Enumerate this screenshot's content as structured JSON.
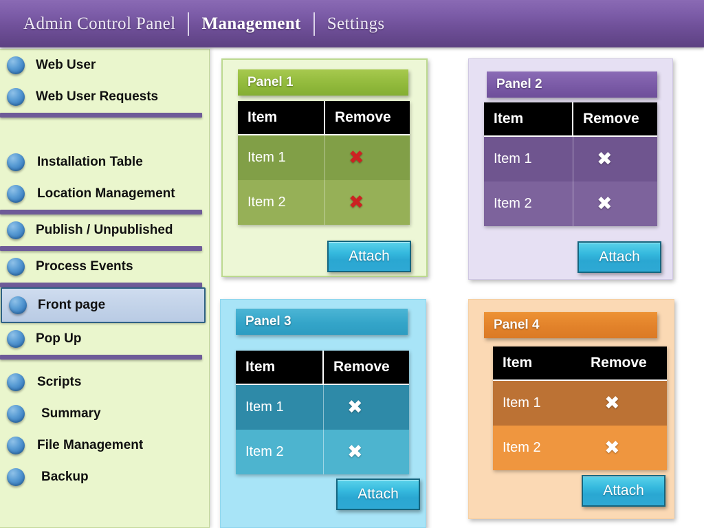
{
  "header": {
    "nav": [
      {
        "label": "Admin Control Panel",
        "active": false
      },
      {
        "label": "Management",
        "active": true
      },
      {
        "label": "Settings",
        "active": false
      }
    ],
    "background_color": "#7d5da9"
  },
  "sidebar": {
    "background_color": "#eaf6cd",
    "active_item_color": "#c3d3e9",
    "active_item_border": "#2e6184",
    "separator_color": "#6e5b98",
    "bullet_color": "#3b7fc0",
    "items": [
      {
        "label": "Web User"
      },
      {
        "label": "Web User Requests"
      },
      {
        "label": "Installation Table"
      },
      {
        "label": "Location Management"
      },
      {
        "label": "Publish / Unpublished"
      },
      {
        "label": "Process Events"
      },
      {
        "label": "Front page"
      },
      {
        "label": "Pop Up"
      },
      {
        "label": "Scripts"
      },
      {
        "label": "Summary"
      },
      {
        "label": "File Management"
      },
      {
        "label": "Backup"
      }
    ],
    "selected": "Front page"
  },
  "panels": [
    {
      "title": "Panel 1",
      "accent_color": "#92ba3c",
      "container_color": "#edf7d6",
      "columns": [
        "Item",
        "Remove"
      ],
      "rows": [
        {
          "item": "Item 1",
          "remove_icon": "x-mark-icon",
          "remove_glyph": "✖"
        },
        {
          "item": "Item 2",
          "remove_icon": "x-mark-icon",
          "remove_glyph": "✖"
        }
      ],
      "x_color": "#cc2222",
      "button": "Attach"
    },
    {
      "title": "Panel 2",
      "accent_color": "#7a5aa6",
      "container_color": "#e6e0f3",
      "columns": [
        "Item",
        "Remove"
      ],
      "rows": [
        {
          "item": "Item 1",
          "remove_icon": "x-mark-icon",
          "remove_glyph": "✖"
        },
        {
          "item": "Item 2",
          "remove_icon": "x-mark-icon",
          "remove_glyph": "✖"
        }
      ],
      "x_color": "#ffffff",
      "button": "Attach"
    },
    {
      "title": "Panel 3",
      "accent_color": "#34a5c9",
      "container_color": "#a8e4f7",
      "columns": [
        "Item",
        "Remove"
      ],
      "rows": [
        {
          "item": "Item 1",
          "remove_icon": "x-mark-icon",
          "remove_glyph": "✖"
        },
        {
          "item": "Item 2",
          "remove_icon": "x-mark-icon",
          "remove_glyph": "✖"
        }
      ],
      "x_color": "#ffffff",
      "button": "Attach"
    },
    {
      "title": "Panel 4",
      "accent_color": "#e2822a",
      "container_color": "#fbd9b4",
      "columns": [
        "Item",
        "Remove"
      ],
      "rows": [
        {
          "item": "Item 1",
          "remove_icon": "x-mark-icon",
          "remove_glyph": "✖"
        },
        {
          "item": "Item 2",
          "remove_icon": "x-mark-icon",
          "remove_glyph": "✖"
        }
      ],
      "x_color": "#ffffff",
      "button": "Attach"
    }
  ]
}
